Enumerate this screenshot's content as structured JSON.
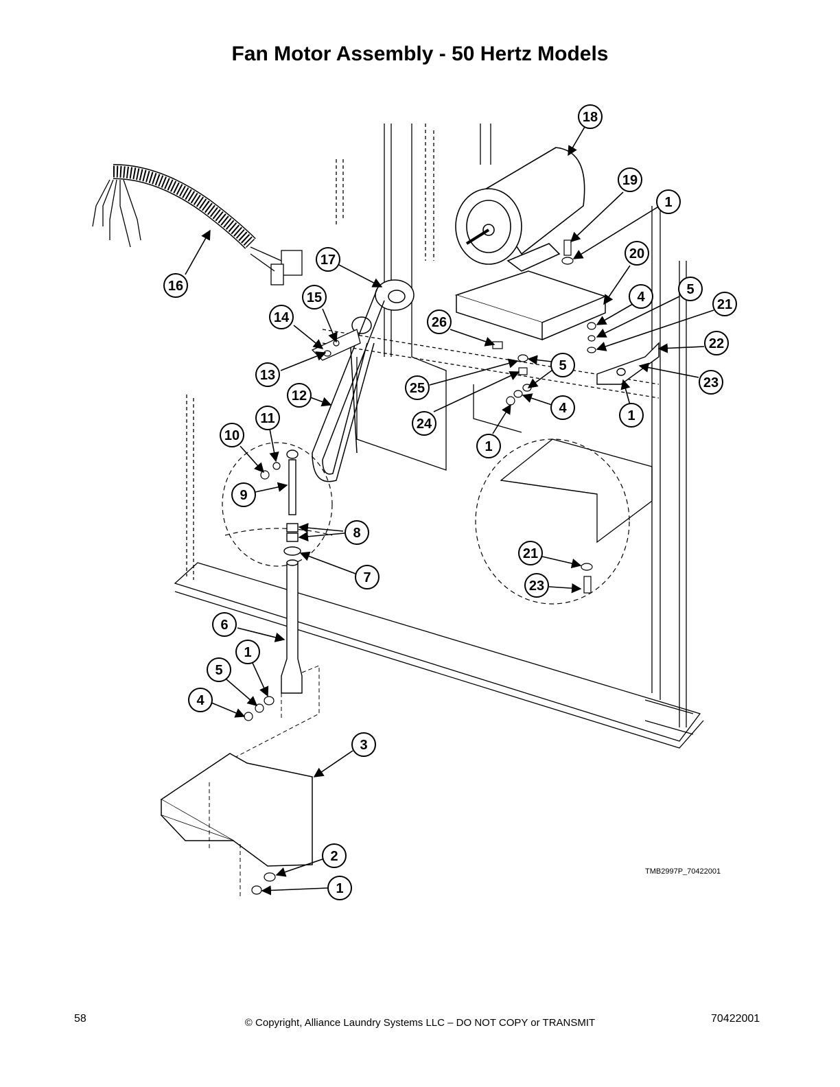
{
  "title": "Fan Motor Assembly - 50 Hertz Models",
  "drawing_id": "TMB2997P_70422001",
  "footer": {
    "page_number": "58",
    "copyright": "© Copyright, Alliance Laundry Systems LLC – DO NOT COPY or TRANSMIT",
    "document_number": "70422001"
  },
  "callouts": [
    "18",
    "19",
    "1",
    "20",
    "4",
    "5",
    "21",
    "22",
    "23",
    "1",
    "5",
    "4",
    "1",
    "24",
    "25",
    "26",
    "17",
    "16",
    "15",
    "14",
    "13",
    "12",
    "11",
    "10",
    "9",
    "8",
    "7",
    "6",
    "1",
    "5",
    "4",
    "3",
    "2",
    "1",
    "21",
    "23"
  ]
}
